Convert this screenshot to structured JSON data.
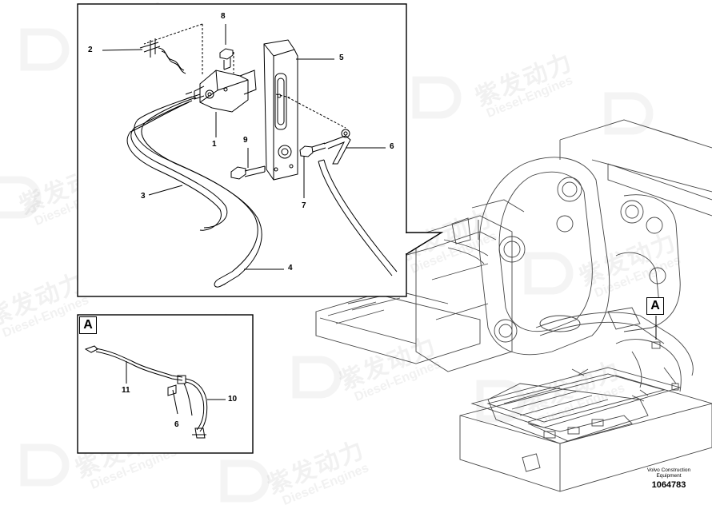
{
  "detail_view": {
    "callouts": {
      "c1": "1",
      "c2": "2",
      "c3": "3",
      "c4": "4",
      "c5": "5",
      "c6": "6",
      "c7": "7",
      "c8": "8",
      "c9": "9"
    }
  },
  "section_a": {
    "label": "A",
    "callouts": {
      "c6": "6",
      "c10": "10",
      "c11": "11"
    }
  },
  "machine_view": {
    "marker_label": "A"
  },
  "watermark": {
    "cn": "紫发动力",
    "en": "Diesel-Engines"
  },
  "footer": {
    "company_line1": "Volvo Construction",
    "company_line2": "Equipment",
    "drawing_number": "1064783"
  }
}
